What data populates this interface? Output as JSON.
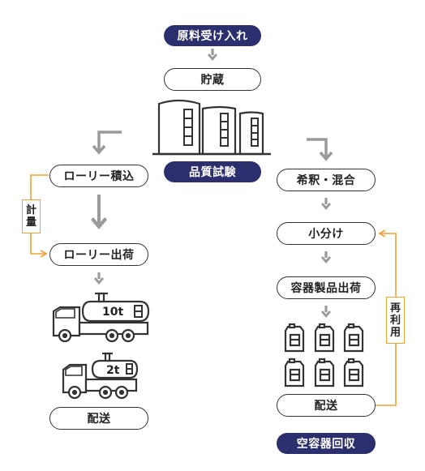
{
  "nodes": {
    "receiving": "原料受け入れ",
    "storage": "貯蔵",
    "quality_test": "品質試験",
    "lorry_loading": "ローリー積込",
    "lorry_shipping": "ローリー出荷",
    "delivery_left": "配送",
    "dilution_mixing": "希釈・混合",
    "subdivision": "小分け",
    "container_shipping": "容器製品出荷",
    "delivery_right": "配送",
    "empty_container_collection": "空容器回収"
  },
  "side_labels": {
    "weighing": [
      "計",
      "量"
    ],
    "reuse": [
      "再",
      "利",
      "用"
    ]
  },
  "trucks": {
    "large_capacity": "10t",
    "small_capacity": "2t"
  },
  "colors": {
    "navy": "#2b2f6e",
    "arrow_gray": "#9a9a9a",
    "accent_orange": "#f0a232",
    "line_dark": "#333333"
  }
}
